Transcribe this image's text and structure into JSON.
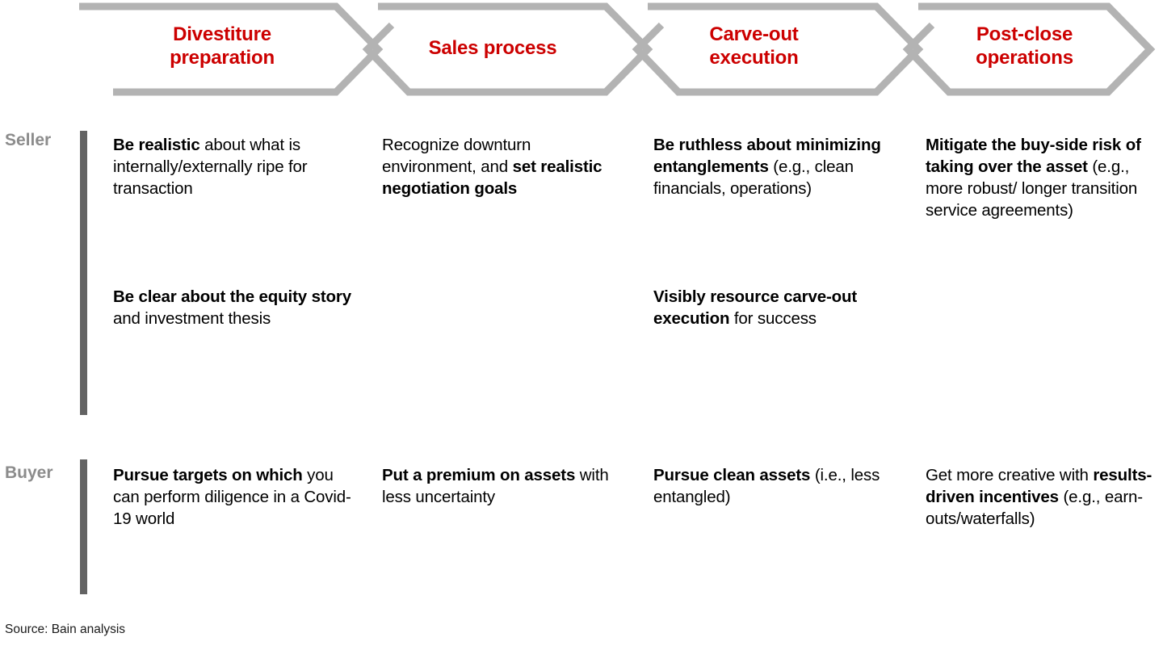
{
  "colors": {
    "accent_red": "#CC0000",
    "chevron_gray": "#B3B3B3",
    "rule_gray": "#636363",
    "label_gray": "#8C8C8C",
    "text_black": "#000000"
  },
  "header": {
    "phases": [
      {
        "id": "divestiture-preparation",
        "line1": "Divestiture",
        "line2": "preparation"
      },
      {
        "id": "sales-process",
        "line1": "Sales process",
        "line2": ""
      },
      {
        "id": "carve-out-execution",
        "line1": "Carve-out",
        "line2": "execution"
      },
      {
        "id": "post-close-operations",
        "line1": "Post-close",
        "line2": "operations"
      }
    ]
  },
  "rows": [
    {
      "id": "seller",
      "label": "Seller",
      "items": [
        {
          "id": "seller-divestiture-1",
          "segments": [
            {
              "text": "Be realistic",
              "bold": true
            },
            {
              "text": " about what is internally/externally ripe for transaction",
              "bold": false
            }
          ]
        },
        {
          "id": "seller-sales-1",
          "segments": [
            {
              "text": "Recognize downturn environment, and ",
              "bold": false
            },
            {
              "text": "set realistic negotiation goals",
              "bold": true
            }
          ]
        },
        {
          "id": "seller-carveout-1",
          "segments": [
            {
              "text": "Be ruthless about minimizing entanglements",
              "bold": true
            },
            {
              "text": " (e.g., clean financials, operations)",
              "bold": false
            }
          ]
        },
        {
          "id": "seller-postclose-1",
          "segments": [
            {
              "text": "Mitigate the buy-side risk of taking over the asset",
              "bold": true
            },
            {
              "text": " (e.g., more robust/ longer transition service agreements)",
              "bold": false
            }
          ]
        },
        {
          "id": "seller-divestiture-2",
          "segments": [
            {
              "text": "Be clear about the equity story",
              "bold": true
            },
            {
              "text": " and investment thesis",
              "bold": false
            }
          ]
        },
        {
          "id": "seller-carveout-2",
          "segments": [
            {
              "text": "Visibly resource carve-out execution",
              "bold": true
            },
            {
              "text": " for success",
              "bold": false
            }
          ]
        }
      ]
    },
    {
      "id": "buyer",
      "label": "Buyer",
      "items": [
        {
          "id": "buyer-divestiture-1",
          "segments": [
            {
              "text": "Pursue targets on which",
              "bold": true
            },
            {
              "text": " you can perform diligence in a Covid-19 world",
              "bold": false
            }
          ]
        },
        {
          "id": "buyer-sales-1",
          "segments": [
            {
              "text": "Put a premium on assets",
              "bold": true
            },
            {
              "text": " with less uncertainty",
              "bold": false
            }
          ]
        },
        {
          "id": "buyer-carveout-1",
          "segments": [
            {
              "text": "Pursue clean assets",
              "bold": true
            },
            {
              "text": " (i.e., less entangled)",
              "bold": false
            }
          ]
        },
        {
          "id": "buyer-postclose-1",
          "segments": [
            {
              "text": "Get more creative with ",
              "bold": false
            },
            {
              "text": "results-driven incentives",
              "bold": true
            },
            {
              "text": " (e.g., earn-outs/waterfalls)",
              "bold": false
            }
          ]
        }
      ]
    }
  ],
  "footer": {
    "source": "Source: Bain analysis"
  }
}
